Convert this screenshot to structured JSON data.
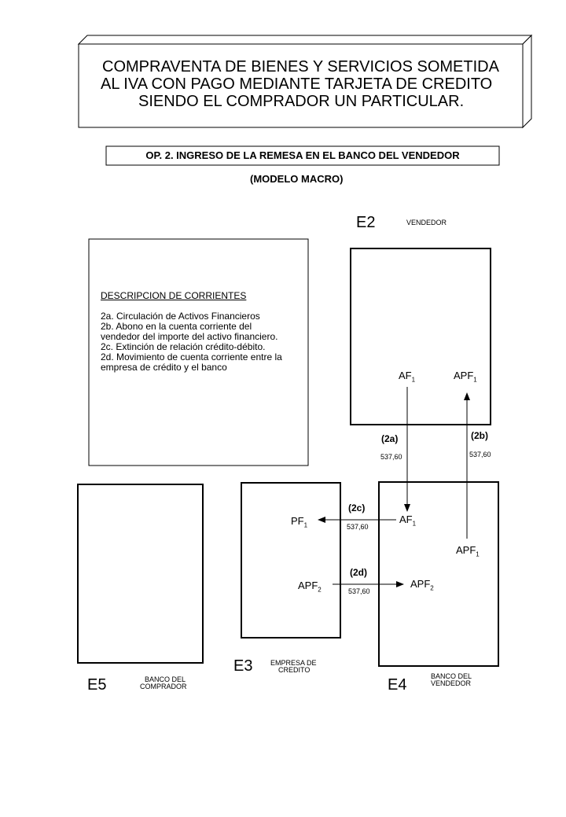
{
  "title": {
    "lines": [
      "COMPRAVENTA DE BIENES Y SERVICIOS SOMETIDA",
      "AL IVA CON PAGO MEDIANTE TARJETA DE CREDITO",
      "SIENDO EL COMPRADOR UN PARTICULAR."
    ]
  },
  "operation": "OP. 2. INGRESO DE LA REMESA EN EL BANCO DEL VENDEDOR",
  "model": "(MODELO MACRO)",
  "description": {
    "heading": "DESCRIPCION DE CORRIENTES",
    "lines": [
      "2a. Circulación de Activos Financieros",
      "2b. Abono en la cuenta corriente del vendedor del importe del activo financiero.",
      "2c. Extinción de relación crédito-débito.",
      "2d. Movimiento de cuenta corriente entre la empresa de crédito y el banco"
    ]
  },
  "entities": {
    "e2": {
      "code": "E2",
      "role": "VENDEDOR"
    },
    "e3": {
      "code": "E3",
      "role_line1": "EMPRESA DE",
      "role_line2": "CREDITO"
    },
    "e4": {
      "code": "E4",
      "role_line1": "BANCO DEL",
      "role_line2": "VENDEDOR"
    },
    "e5": {
      "code": "E5",
      "role_line1": "BANCO DEL",
      "role_line2": "COMPRADOR"
    }
  },
  "nodes": {
    "e2_af": {
      "base": "AF",
      "sub": "1"
    },
    "e2_apf": {
      "base": "APF",
      "sub": "1"
    },
    "e4_af": {
      "base": "AF",
      "sub": "1"
    },
    "e4_apf1": {
      "base": "APF",
      "sub": "1"
    },
    "e4_apf2": {
      "base": "APF",
      "sub": "2"
    },
    "e3_pf": {
      "base": "PF",
      "sub": "1"
    },
    "e3_apf2": {
      "base": "APF",
      "sub": "2"
    }
  },
  "flows": {
    "f2a": {
      "label": "(2a)",
      "amount": "537,60"
    },
    "f2b": {
      "label": "(2b)",
      "amount": "537,60"
    },
    "f2c": {
      "label": "(2c)",
      "amount": "537,60"
    },
    "f2d": {
      "label": "(2d)",
      "amount": "537,60"
    }
  }
}
